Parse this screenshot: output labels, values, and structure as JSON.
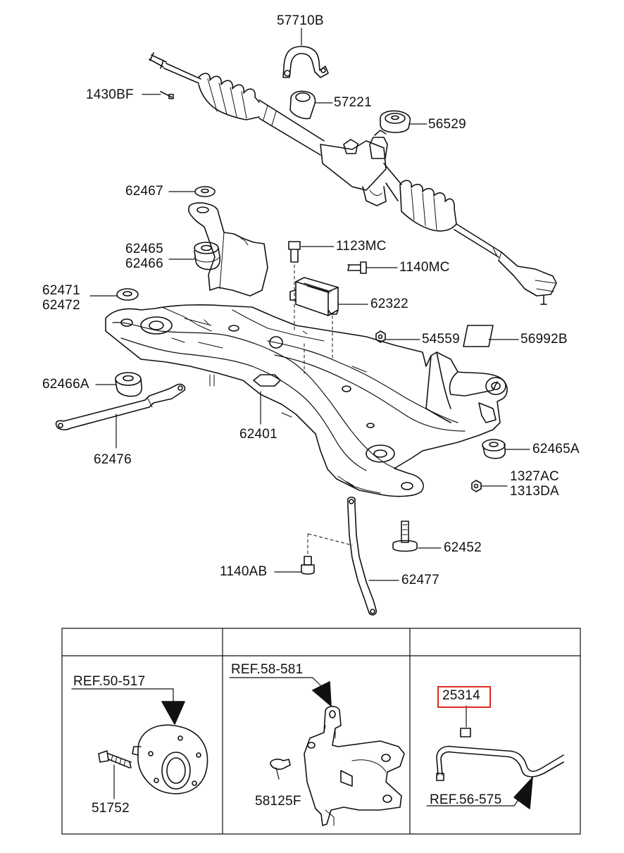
{
  "parts": {
    "p57710B": "57710B",
    "p1430BF": "1430BF",
    "p57221": "57221",
    "p56529": "56529",
    "p62467": "62467",
    "p62465": "62465",
    "p62466": "62466",
    "p1123MC": "1123MC",
    "p1140MC": "1140MC",
    "p62471": "62471",
    "p62472": "62472",
    "p62322": "62322",
    "p54559": "54559",
    "p56992B": "56992B",
    "p62466A": "62466A",
    "p62401": "62401",
    "p62476": "62476",
    "p62465A": "62465A",
    "p1327AC": "1327AC",
    "p1313DA": "1313DA",
    "p62452": "62452",
    "p1140AB": "1140AB",
    "p62477": "62477"
  },
  "table": {
    "ref1": "REF.50-517",
    "ref2": "REF.58-581",
    "ref3": "REF.56-575",
    "p51752": "51752",
    "p58125F": "58125F",
    "p25314": "25314"
  },
  "highlight_color": "#e0281e"
}
